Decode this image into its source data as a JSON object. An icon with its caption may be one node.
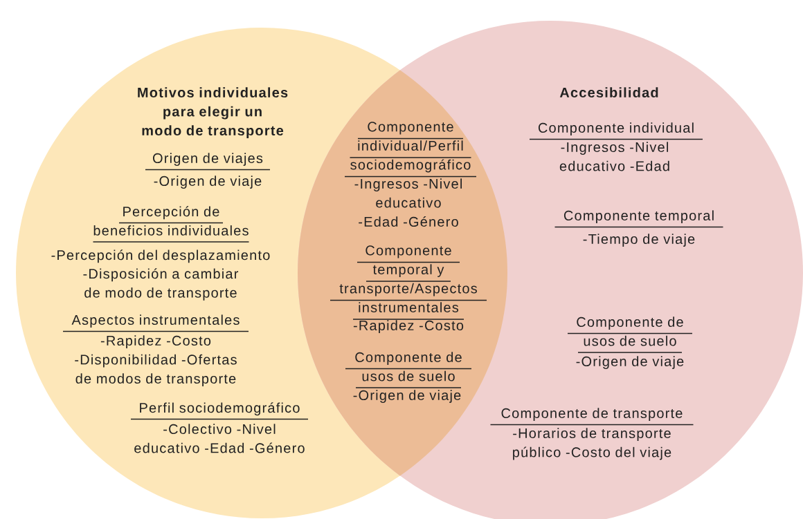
{
  "diagram": {
    "nodes": [
      {
        "text": [
          "Motivos individuales para elegir un modo de transporte",
          "Origen de viajes",
          "-Origen de viaje",
          "Percepción de beneficios individuales",
          "-Percepción del desplazamiento",
          "-Disposición a cambiar de modo de transporte",
          "Aspectos instrumentales",
          "-Rapidez -Costo -Disponibilidad -Ofertas de modos de transporte",
          "Perfil sociodemográfico",
          "-Colectivo -Nivel educativo -Edad -Género"
        ]
      },
      {
        "text": [
          "Componente individual/Perfil sociodemográfico",
          "-Ingresos -Nivel educativo -Edad -Género",
          "Componente temporal y transporte/Aspectos instrumentales",
          "-Rapidez -Costo",
          "Componente de usos de suelo",
          "-Origen de viaje"
        ]
      },
      {
        "text": [
          "Accesibilidad",
          "Componente individual",
          "-Ingresos -Nivel educativo -Edad",
          "Componente temporal",
          "-Tiempo de viaje",
          "Componente de usos de suelo",
          "-Origen de viaje",
          "Componente de transporte",
          "-Horarios de transporte público -Costo del viaje"
        ]
      }
    ]
  }
}
